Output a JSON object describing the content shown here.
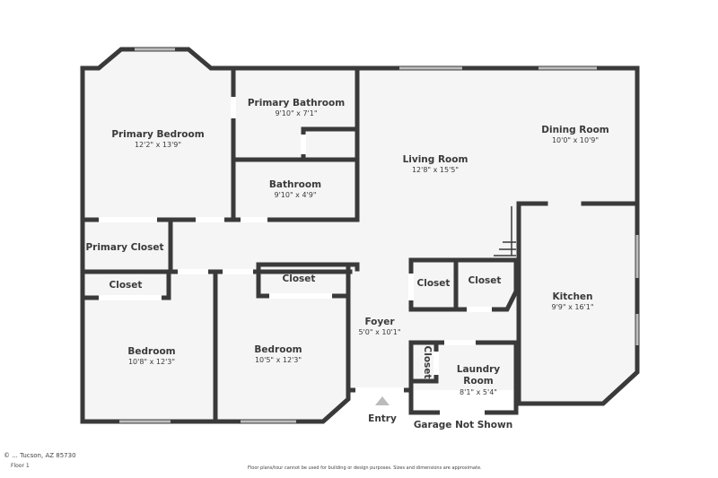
{
  "rooms": {
    "primary_bedroom": {
      "name": "Primary Bedroom",
      "dims": "12'2\" x 13'9\""
    },
    "primary_bathroom": {
      "name": "Primary Bathroom",
      "dims": "9'10\" x 7'1\""
    },
    "bathroom": {
      "name": "Bathroom",
      "dims": "9'10\" x 4'9\""
    },
    "living_room": {
      "name": "Living Room",
      "dims": "12'8\" x 15'5\""
    },
    "dining_room": {
      "name": "Dining Room",
      "dims": "10'0\" x 10'9\""
    },
    "primary_closet": {
      "name": "Primary Closet"
    },
    "closet_bed1": {
      "name": "Closet"
    },
    "closet_bed2": {
      "name": "Closet"
    },
    "closet_a": {
      "name": "Closet"
    },
    "closet_b": {
      "name": "Closet"
    },
    "closet_laundry": {
      "name": "Closet"
    },
    "kitchen": {
      "name": "Kitchen",
      "dims": "9'9\" x 16'1\""
    },
    "foyer": {
      "name": "Foyer",
      "dims": "5'0\" x 10'1\""
    },
    "bedroom1": {
      "name": "Bedroom",
      "dims": "10'8\" x 12'3\""
    },
    "bedroom2": {
      "name": "Bedroom",
      "dims": "10'5\" x 12'3\""
    },
    "laundry": {
      "name": "Laundry",
      "name2": "Room",
      "dims": "8'1\" x 5'4\""
    }
  },
  "labels": {
    "entry": "Entry",
    "garage": "Garage Not Shown"
  },
  "footer": {
    "address": "© ... Tucson, AZ 85730",
    "floor": "Floor 1",
    "disclaimer": "Floor plans/tour cannot be used for building or design purposes. Sizes and dimensions are approximate."
  },
  "colors": {
    "floor": "#f5f5f5",
    "wall": "#3a3a3a"
  }
}
